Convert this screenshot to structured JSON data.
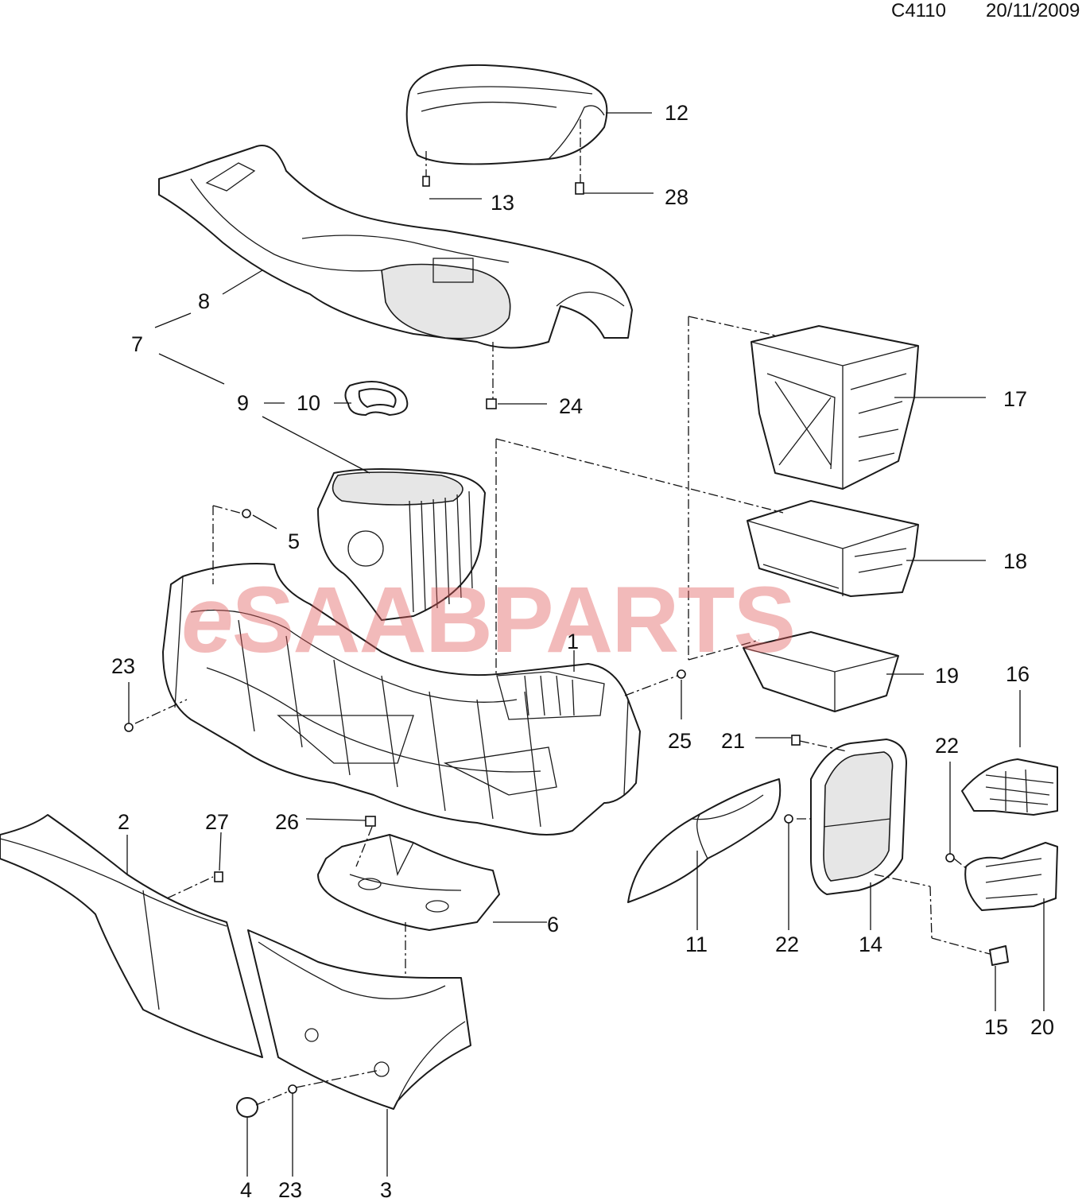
{
  "header": {
    "code": "C4110",
    "date": "20/11/2009"
  },
  "watermark": {
    "brand_prefix": "e",
    "brand_mid": "SAAB",
    "brand_suffix": "PARTS"
  },
  "callouts": {
    "c1": "1",
    "c2": "2",
    "c3": "3",
    "c4": "4",
    "c5": "5",
    "c6": "6",
    "c7": "7",
    "c8": "8",
    "c9": "9",
    "c10": "10",
    "c11": "11",
    "c12": "12",
    "c13": "13",
    "c14": "14",
    "c15": "15",
    "c16": "16",
    "c17": "17",
    "c18": "18",
    "c19": "19",
    "c20": "20",
    "c21": "21",
    "c22a": "22",
    "c22b": "22",
    "c23a": "23",
    "c23b": "23",
    "c24": "24",
    "c25": "25",
    "c26": "26",
    "c27": "27",
    "c28": "28"
  },
  "colors": {
    "watermark": "#e15a5a",
    "line": "#1a1a1a",
    "background": "#ffffff"
  }
}
